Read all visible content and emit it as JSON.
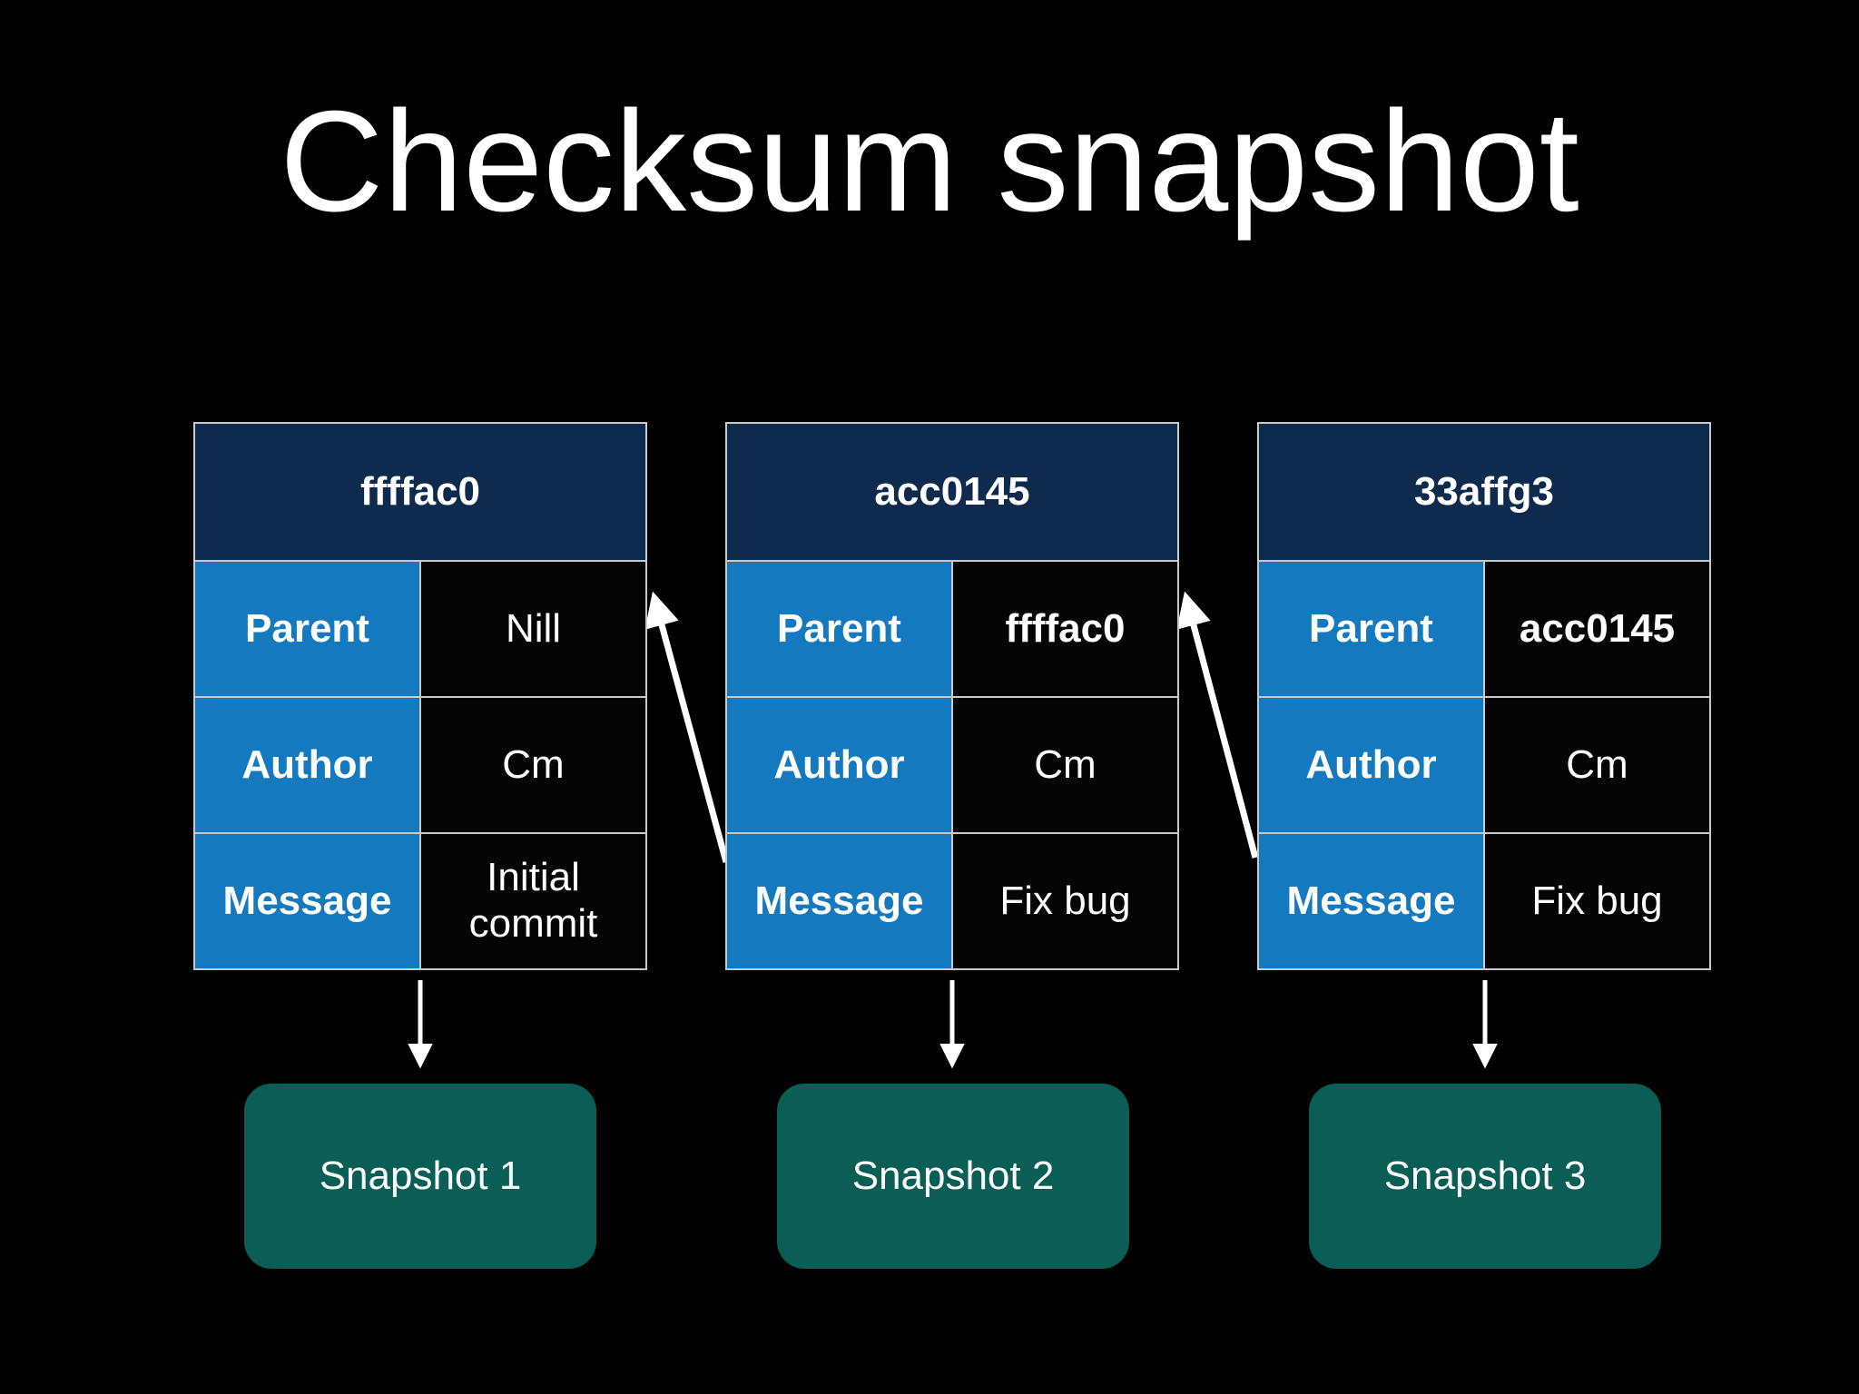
{
  "title": "Checksum snapshot",
  "commits": [
    {
      "hash": "ffffac0",
      "rows": [
        {
          "label": "Parent",
          "value": "Nill"
        },
        {
          "label": "Author",
          "value": "Cm"
        },
        {
          "label": "Message",
          "value": "Initial commit"
        }
      ],
      "snapshot": "Snapshot 1"
    },
    {
      "hash": "acc0145",
      "rows": [
        {
          "label": "Parent",
          "value": "ffffac0"
        },
        {
          "label": "Author",
          "value": "Cm"
        },
        {
          "label": "Message",
          "value": "Fix bug"
        }
      ],
      "snapshot": "Snapshot 2"
    },
    {
      "hash": "33affg3",
      "rows": [
        {
          "label": "Parent",
          "value": "acc0145"
        },
        {
          "label": "Author",
          "value": "Cm"
        },
        {
          "label": "Message",
          "value": "Fix bug"
        }
      ],
      "snapshot": "Snapshot 3"
    }
  ],
  "colors": {
    "background": "#000000",
    "header_navy": "#0e2b4e",
    "label_blue": "#1479bf",
    "value_black": "#050505",
    "snapshot_teal": "#0a5e56",
    "border": "#c9c9c9",
    "arrow": "#ffffff",
    "text": "#ffffff"
  }
}
